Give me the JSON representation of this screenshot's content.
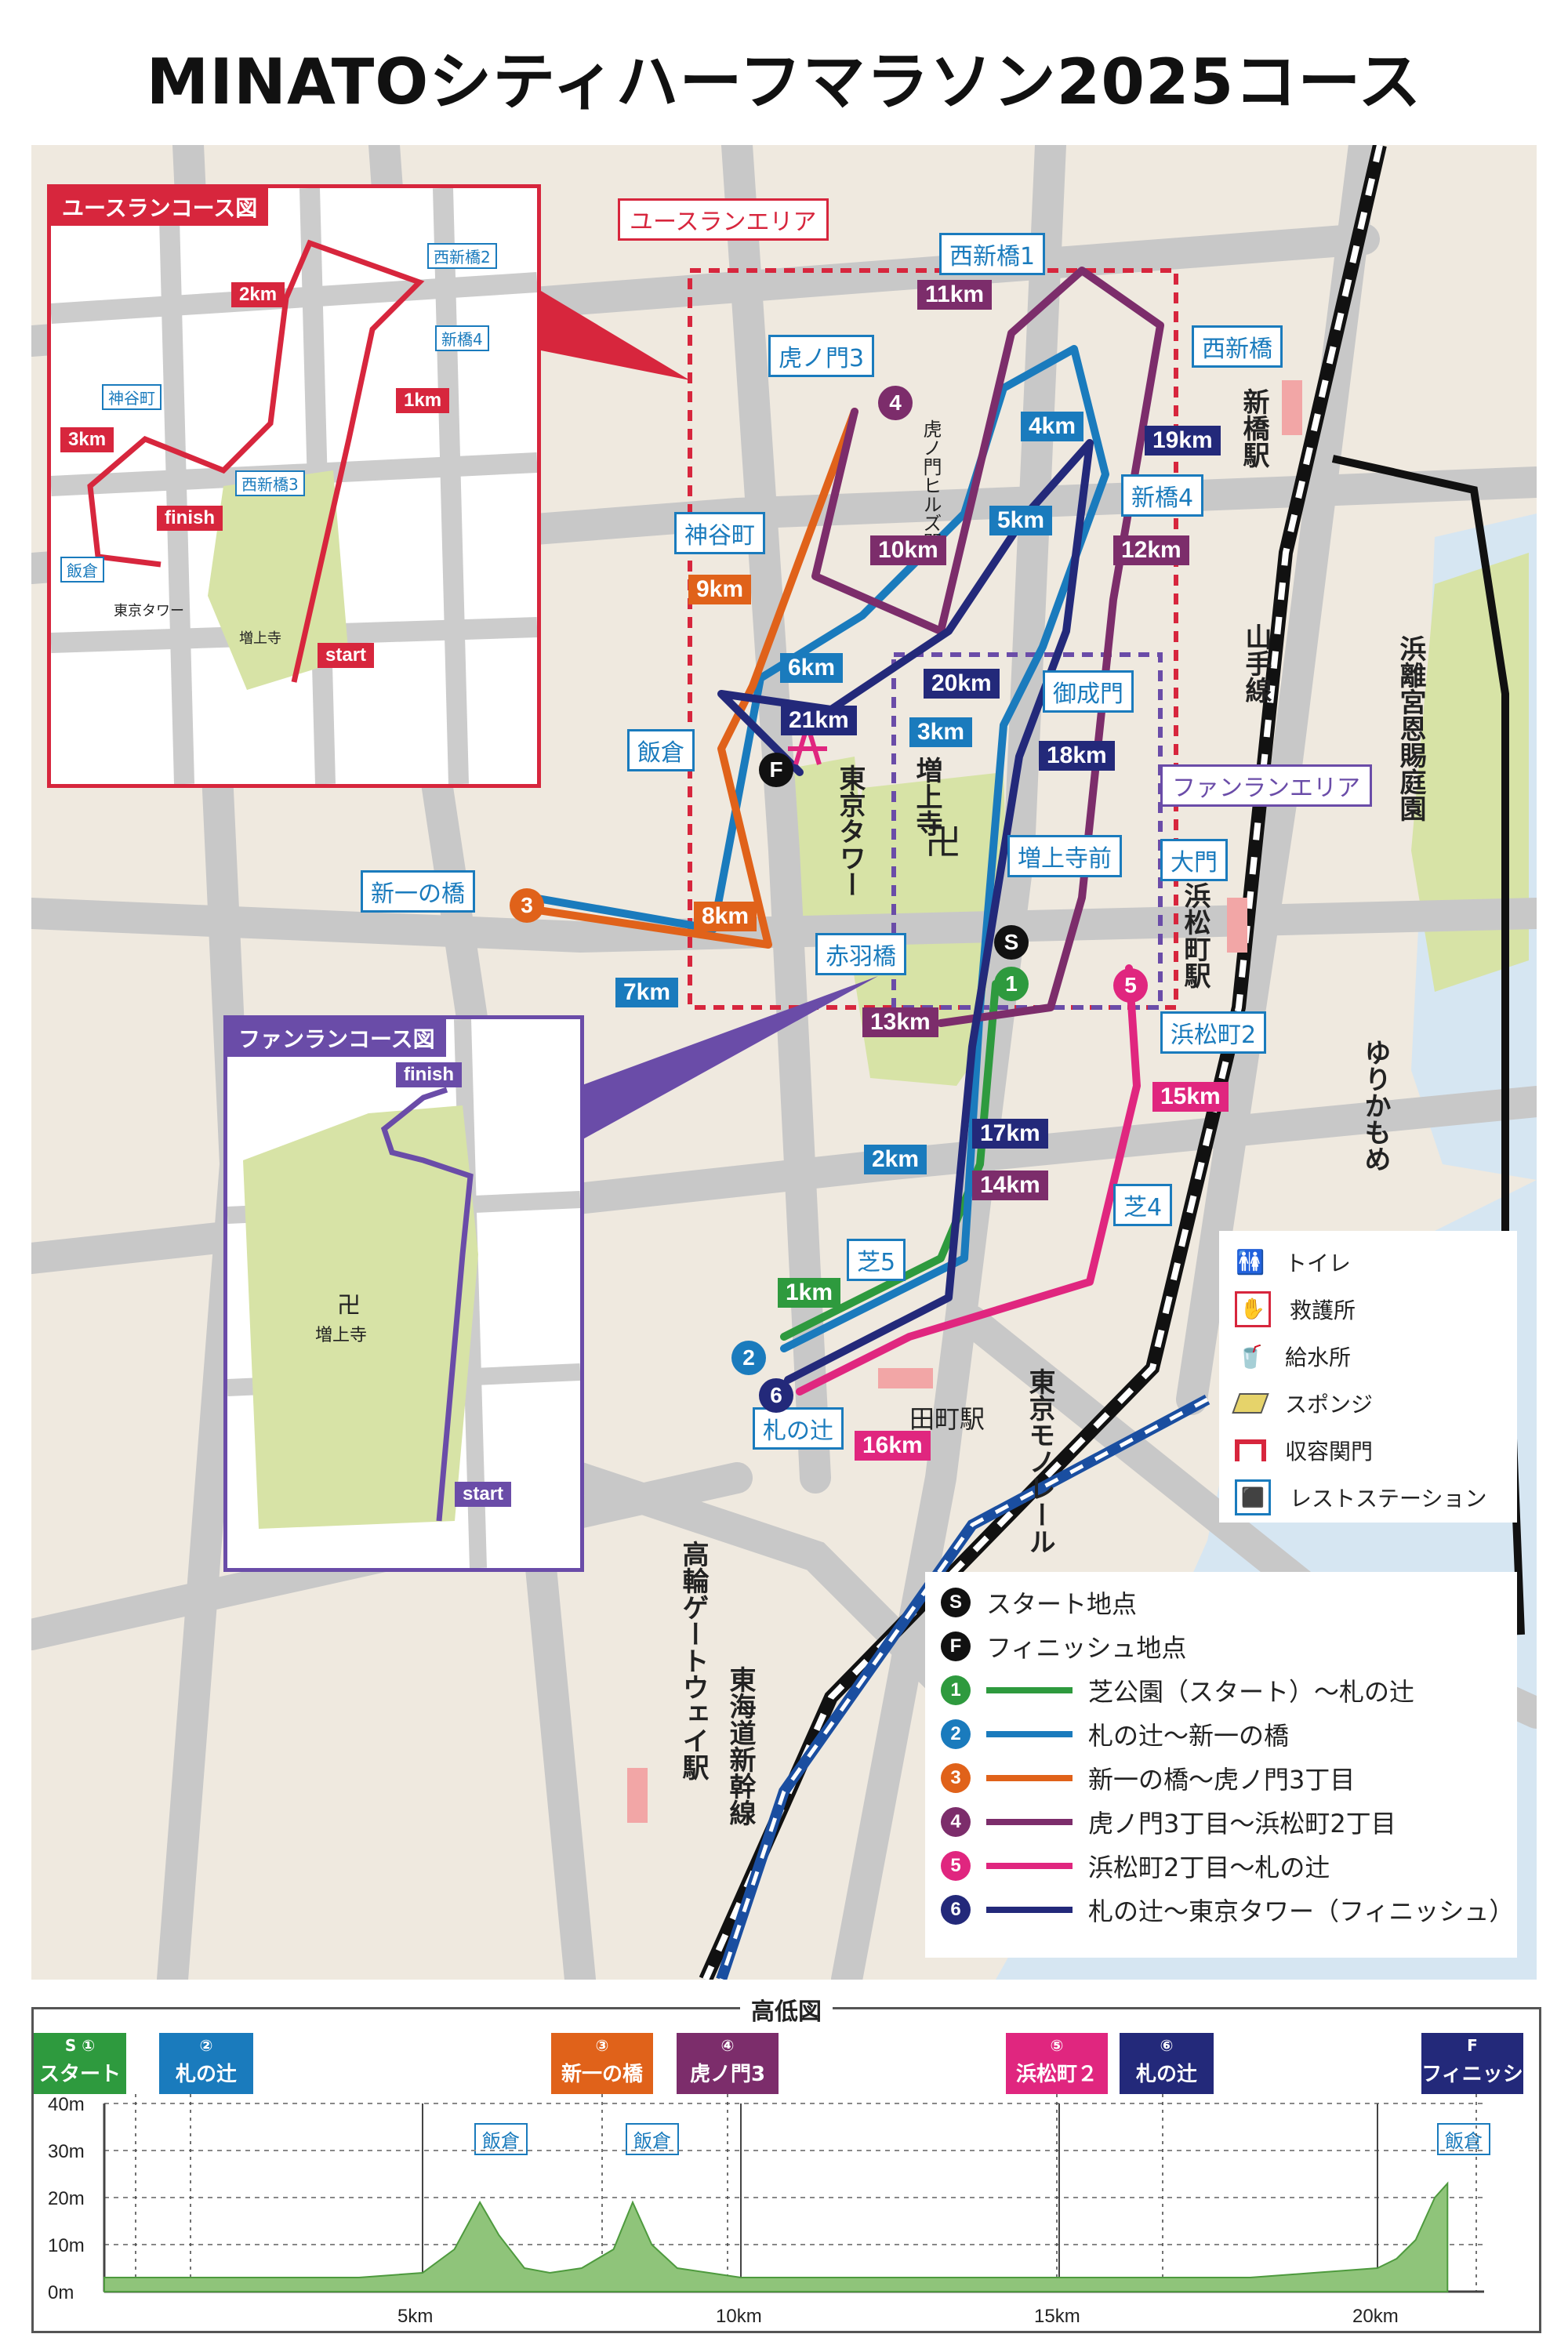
{
  "title": "MINATOシティハーフマラソン2025コース",
  "colors": {
    "course1": "#2e9a3e",
    "course2": "#1a7bbd",
    "course3": "#e0621a",
    "course4": "#7c2d6b",
    "course5": "#e0267f",
    "course6": "#23297a",
    "youth": "#d7263d",
    "fun": "#6a4ca8",
    "park": "#d7e3a6",
    "water": "#d6e6f2"
  },
  "map_labels": {
    "nishishinbashi1": "西新橋1",
    "toranomon3": "虎ノ門3",
    "nishishinbashi_st": "西新橋",
    "shinbashi4": "新橋4",
    "kamiyacho": "神谷町",
    "onarimon": "御成門",
    "iikura": "飯倉",
    "zojojimae": "増上寺前",
    "daimon": "大門",
    "shinichinohashi": "新一の橋",
    "akabanebashi": "赤羽橋",
    "hamamatsucho2": "浜松町2",
    "shiba4": "芝4",
    "shiba5": "芝5",
    "fudanotsuji": "札の辻"
  },
  "plain_labels": {
    "shinbashi_station": "新橋駅",
    "yamanote": "山手線",
    "hamarikyu": "浜離宮恩賜庭園",
    "hamamatsucho_station": "浜松町駅",
    "yurikamome": "ゆりかもめ",
    "tamachi_station": "田町駅",
    "monorail": "東京モノレール",
    "takanawa": "高輪ゲートウェイ駅",
    "shinkansen": "東海道新幹線",
    "tokyo_tower": "東京タワー",
    "zojoji": "増上寺",
    "toranomon_hills": "虎ノ門ヒルズ門"
  },
  "area_tags": {
    "youth_area": "ユースランエリア",
    "fun_area": "ファンランエリア"
  },
  "km_markers": [
    {
      "id": "km11",
      "text": "11km",
      "course": "course4"
    },
    {
      "id": "km19",
      "text": "19km",
      "course": "course6"
    },
    {
      "id": "km4",
      "text": "4km",
      "course": "course2"
    },
    {
      "id": "km5",
      "text": "5km",
      "course": "course2"
    },
    {
      "id": "km10",
      "text": "10km",
      "course": "course4"
    },
    {
      "id": "km12",
      "text": "12km",
      "course": "course4"
    },
    {
      "id": "km9",
      "text": "9km",
      "course": "course3"
    },
    {
      "id": "km6",
      "text": "6km",
      "course": "course2"
    },
    {
      "id": "km20",
      "text": "20km",
      "course": "course6"
    },
    {
      "id": "km21",
      "text": "21km",
      "course": "course6"
    },
    {
      "id": "km3",
      "text": "3km",
      "course": "course2"
    },
    {
      "id": "km18",
      "text": "18km",
      "course": "course6"
    },
    {
      "id": "km8",
      "text": "8km",
      "course": "course3"
    },
    {
      "id": "km7",
      "text": "7km",
      "course": "course2"
    },
    {
      "id": "km13",
      "text": "13km",
      "course": "course4"
    },
    {
      "id": "km15",
      "text": "15km",
      "course": "course5"
    },
    {
      "id": "km17",
      "text": "17km",
      "course": "course6"
    },
    {
      "id": "km2",
      "text": "2km",
      "course": "course2"
    },
    {
      "id": "km14",
      "text": "14km",
      "course": "course4"
    },
    {
      "id": "km1",
      "text": "1km",
      "course": "course1"
    },
    {
      "id": "km16",
      "text": "16km",
      "course": "course5"
    }
  ],
  "numbered_points": [
    "1",
    "2",
    "3",
    "4",
    "5",
    "6"
  ],
  "start_mark": "S",
  "finish_mark": "F",
  "youth_inset": {
    "title": "ユースランコース図",
    "labels": [
      "西新橋2",
      "新橋4",
      "神谷町",
      "西新橋3",
      "飯倉",
      "東京タワー",
      "増上寺"
    ],
    "km": [
      "2km",
      "1km",
      "3km"
    ],
    "finish": "finish",
    "start": "start"
  },
  "fun_inset": {
    "title": "ファンランコース図",
    "finish": "finish",
    "start": "start",
    "temple": "増上寺",
    "temple_symbol": "卍"
  },
  "icon_legend": [
    {
      "icon": "toilet-icon",
      "label": "トイレ"
    },
    {
      "icon": "first-aid-icon",
      "label": "救護所"
    },
    {
      "icon": "water-station-icon",
      "label": "給水所"
    },
    {
      "icon": "sponge-icon",
      "label": "スポンジ"
    },
    {
      "icon": "gate-icon",
      "label": "収容関門"
    },
    {
      "icon": "rest-station-icon",
      "label": "レストステーション"
    }
  ],
  "route_legend": [
    {
      "mark": "S",
      "label": "スタート地点"
    },
    {
      "mark": "F",
      "label": "フィニッシュ地点"
    },
    {
      "mark": "1",
      "label": "芝公園（スタート）～札の辻",
      "color": "#2e9a3e"
    },
    {
      "mark": "2",
      "label": "札の辻～新一の橋",
      "color": "#1a7bbd"
    },
    {
      "mark": "3",
      "label": "新一の橋～虎ノ門3丁目",
      "color": "#e0621a"
    },
    {
      "mark": "4",
      "label": "虎ノ門3丁目～浜松町2丁目",
      "color": "#7c2d6b"
    },
    {
      "mark": "5",
      "label": "浜松町2丁目～札の辻",
      "color": "#e0267f"
    },
    {
      "mark": "6",
      "label": "札の辻～東京タワー（フィニッシュ）",
      "color": "#23297a"
    }
  ],
  "elevation": {
    "title": "高低図",
    "checkpoints": [
      {
        "num": "S ①",
        "label": "スタート",
        "color": "#2e9a3e"
      },
      {
        "num": "②",
        "label": "札の辻",
        "color": "#1a7bbd"
      },
      {
        "num": "③",
        "label": "新一の橋",
        "color": "#e0621a"
      },
      {
        "num": "④",
        "label": "虎ノ門3",
        "color": "#7c2d6b"
      },
      {
        "num": "⑤",
        "label": "浜松町２",
        "color": "#e0267f"
      },
      {
        "num": "⑥",
        "label": "札の辻",
        "color": "#23297a"
      },
      {
        "num": "F",
        "label": "フィニッシュ",
        "color": "#23297a"
      }
    ],
    "peak_label": "飯倉",
    "y_ticks": [
      "40m",
      "30m",
      "20m",
      "10m",
      "0m"
    ],
    "x_ticks": [
      "5km",
      "10km",
      "15km",
      "20km"
    ],
    "profile_km": [
      0,
      1,
      2,
      3,
      4,
      5,
      5.5,
      5.9,
      6.2,
      6.6,
      7,
      7.5,
      8,
      8.3,
      8.6,
      9,
      9.5,
      10,
      11,
      12,
      13,
      14,
      15,
      16,
      17,
      18,
      19,
      20,
      20.3,
      20.6,
      20.9,
      21.1
    ],
    "profile_m": [
      3,
      3,
      3,
      3,
      3,
      4,
      9,
      19,
      12,
      5,
      4,
      5,
      9,
      19,
      10,
      5,
      4,
      3,
      3,
      3,
      3,
      3,
      3,
      3,
      3,
      3,
      4,
      5,
      7,
      11,
      20,
      23
    ]
  }
}
